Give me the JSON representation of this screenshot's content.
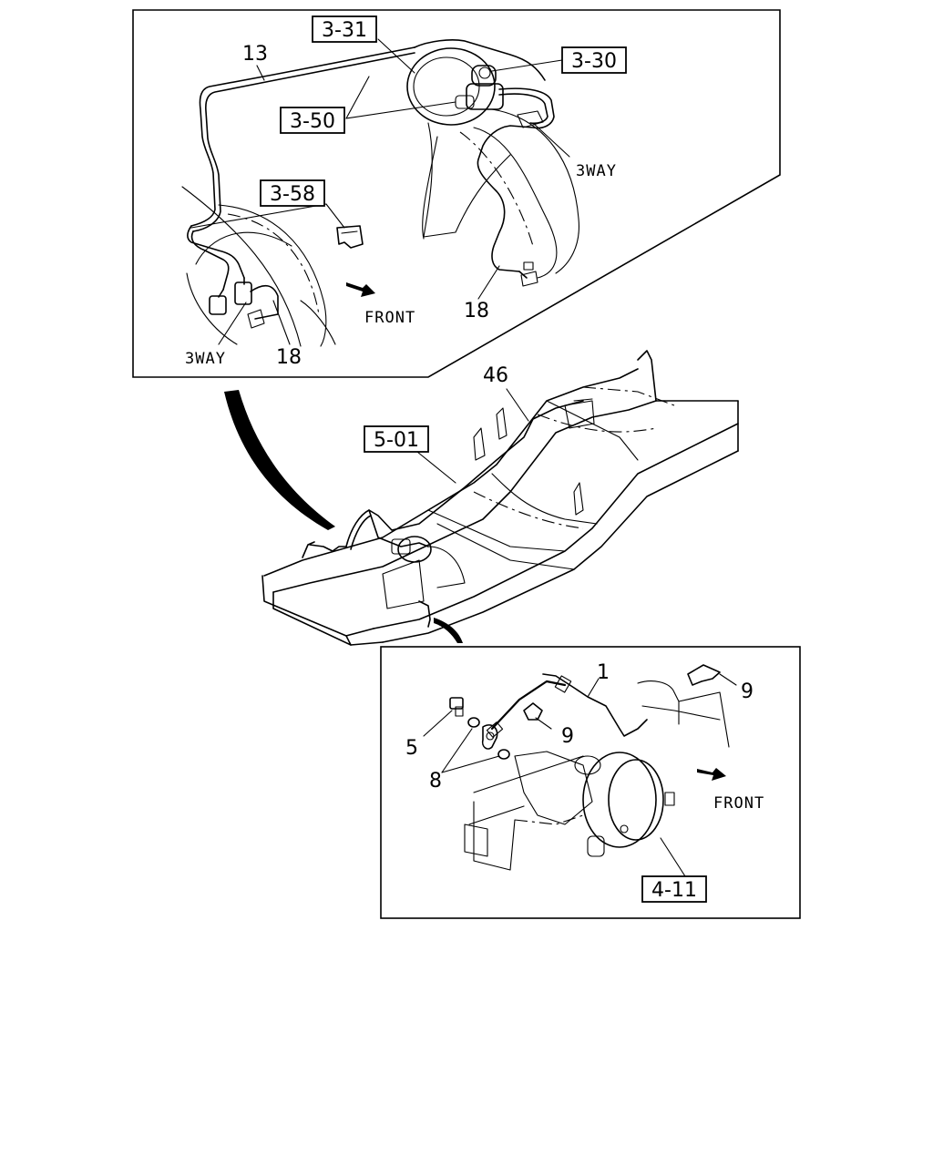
{
  "callouts": {
    "ref_3_31": "3-31",
    "ref_3_30": "3-30",
    "ref_3_50": "3-50",
    "ref_3_58": "3-58",
    "ref_5_01": "5-01",
    "ref_4_11": "4-11"
  },
  "numbers": {
    "n13": "13",
    "n18a": "18",
    "n18b": "18",
    "n46": "46",
    "n1": "1",
    "n9a": "9",
    "n9b": "9",
    "n5": "5",
    "n8": "8"
  },
  "notes": {
    "threeway_a": "3WAY",
    "threeway_b": "3WAY",
    "front_top": "FRONT",
    "front_bottom": "FRONT"
  }
}
